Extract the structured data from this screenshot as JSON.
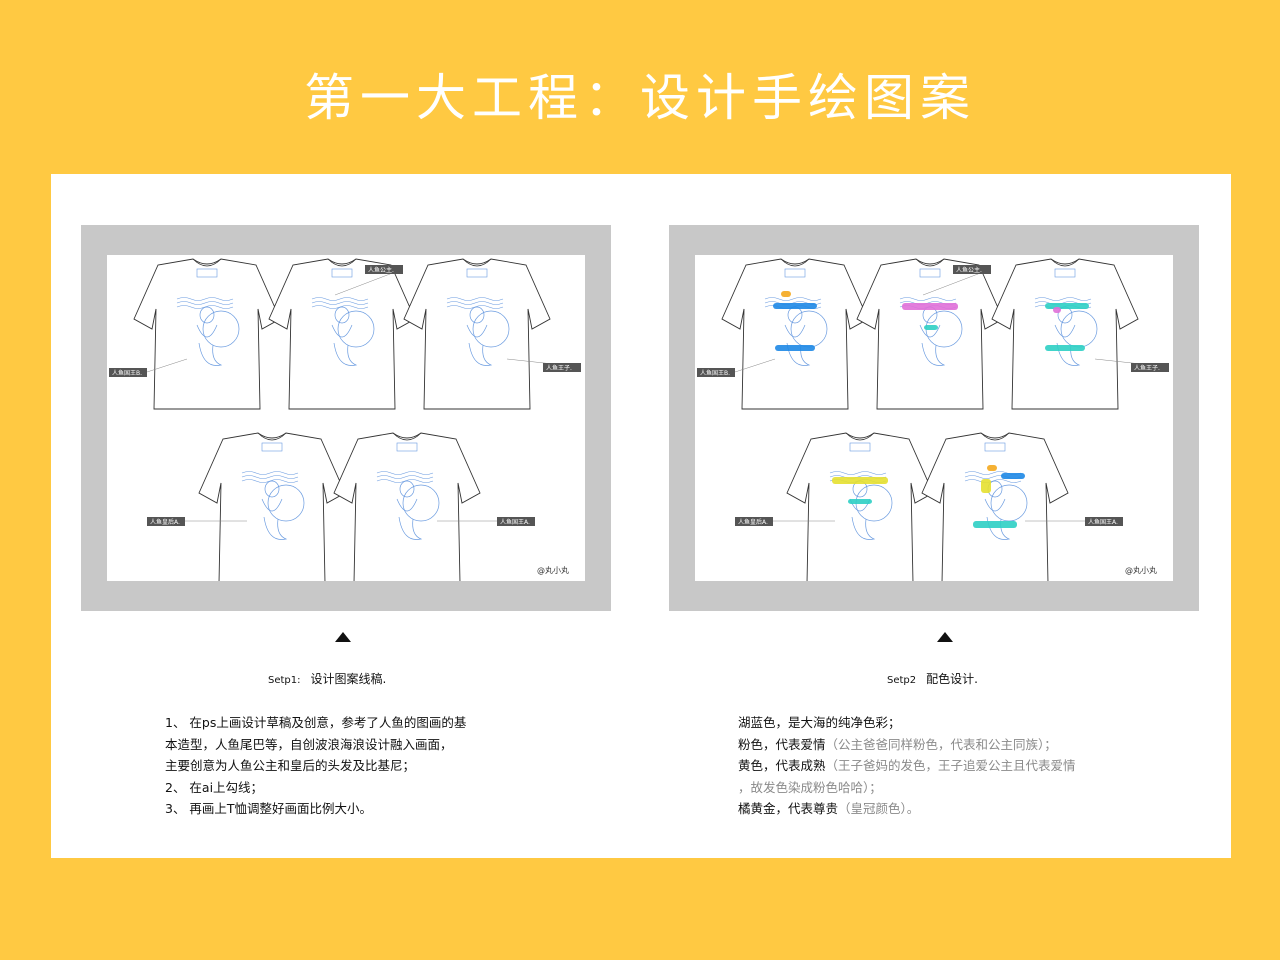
{
  "title": "第一大工程：设计手绘图案",
  "step1": {
    "number": "Setp1:",
    "caption": "设计图案线稿.",
    "notes": [
      "1、 在ps上画设计草稿及创意，参考了人鱼的图画的基",
      "本造型，人鱼尾巴等，自创波浪海浪设计融入画面，",
      "主要创意为人鱼公主和皇后的头发及比基尼；",
      "2、 在ai上勾线；",
      "3、 再画上T恤调整好画面比例大小。"
    ],
    "labels": [
      "人鱼国王B.",
      "人鱼公主.",
      "人鱼王子.",
      "人鱼皇后A.",
      "人鱼国王A."
    ],
    "signature": "@丸小丸"
  },
  "step2": {
    "number": "Setp2",
    "caption": "配色设计.",
    "notes": [
      {
        "main": "湖蓝色，是大海的纯净色彩；",
        "sub": ""
      },
      {
        "main": "粉色，代表爱情",
        "sub": "（公主爸爸同样粉色，代表和公主同族）；"
      },
      {
        "main": "黄色，代表成熟",
        "sub": "（王子爸妈的发色，王子追爱公主且代表爱情"
      },
      {
        "main": "",
        "sub": "，故发色染成粉色哈哈）；"
      },
      {
        "main": "橘黄金，代表尊贵",
        "sub": "（皇冠颜色）。"
      }
    ],
    "labels": [
      "人鱼国王B.",
      "人鱼公主.",
      "人鱼王子.",
      "人鱼皇后A.",
      "人鱼国王A."
    ],
    "signature": "@丸小丸"
  },
  "colors": {
    "background": "#FFC942",
    "line_art": "#6A9BE0",
    "lake_blue": "#1E88E5",
    "cyan": "#2ECFC4",
    "pink": "#E070D8",
    "yellow": "#E6E030",
    "gold": "#F4A81E"
  }
}
